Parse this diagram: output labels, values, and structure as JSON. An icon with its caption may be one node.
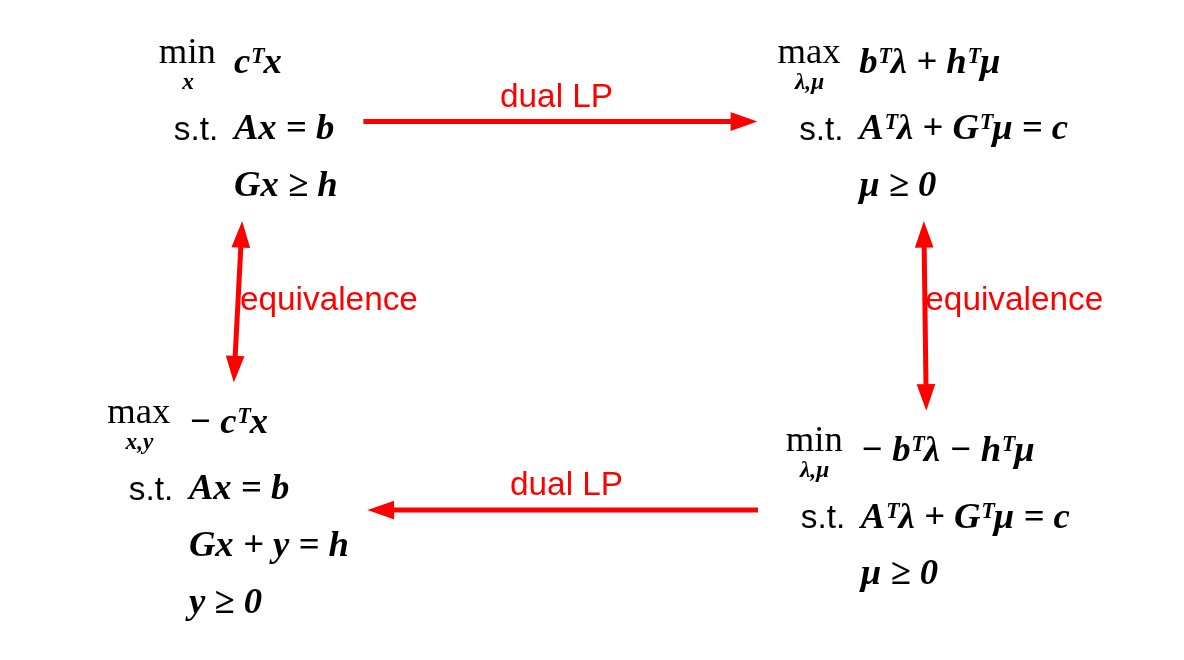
{
  "diagram": {
    "nodes": [
      {
        "text": [
          "min",
          "x",
          "cᵀx",
          "s.t.",
          "Ax = b",
          "Gx ≥ h"
        ]
      },
      {
        "text": [
          "max",
          "λ,μ",
          "bᵀλ + hᵀμ",
          "s.t.",
          "Aᵀλ + Gᵀμ = c",
          "μ ≥ 0"
        ]
      },
      {
        "text": [
          "max",
          "x,y",
          "− cᵀx",
          "s.t.",
          "Ax = b",
          "Gx + y = h",
          "y ≥ 0"
        ]
      },
      {
        "text": [
          "min",
          "λ,μ",
          "− bᵀλ − hᵀμ",
          "s.t.",
          "Aᵀλ + Gᵀμ = c",
          "μ ≥ 0"
        ]
      }
    ],
    "edges": [
      {
        "from": 0,
        "to": 1,
        "arrow": "to",
        "label": "dual LP"
      },
      {
        "from": 0,
        "to": 2,
        "arrow": "both",
        "label": "equivalence"
      },
      {
        "from": 1,
        "to": 3,
        "arrow": "both",
        "label": "equivalence"
      },
      {
        "from": 3,
        "to": 2,
        "arrow": "to",
        "label": "dual LP"
      }
    ]
  }
}
